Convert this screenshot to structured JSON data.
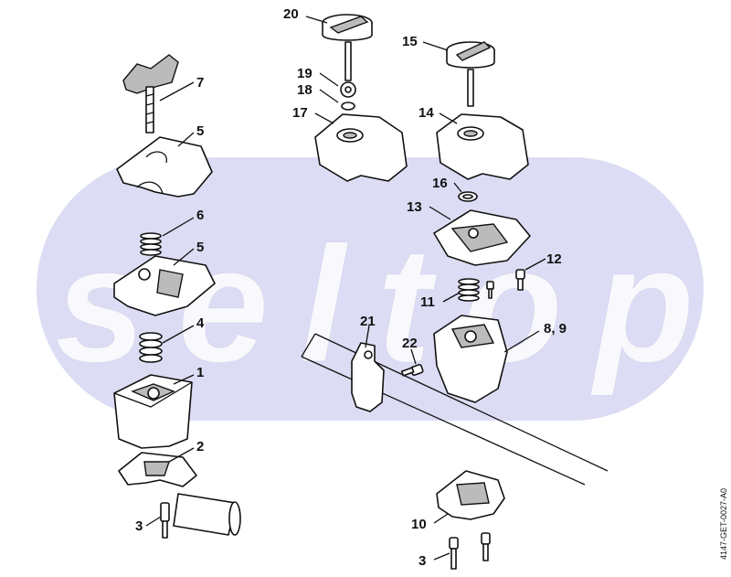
{
  "watermark": "seltop",
  "drawing_code": "4147-GET-0027-A0",
  "callouts": {
    "c1": "1",
    "c2": "2",
    "c3a": "3",
    "c3b": "3",
    "c4": "4",
    "c5a": "5",
    "c5b": "5",
    "c6": "6",
    "c7": "7",
    "c89": "8, 9",
    "c10": "10",
    "c11": "11",
    "c12": "12",
    "c13": "13",
    "c14": "14",
    "c15": "15",
    "c16": "16",
    "c17": "17",
    "c18": "18",
    "c19": "19",
    "c20": "20",
    "c21": "21",
    "c22": "22"
  },
  "colors": {
    "band": "#dcdcf4",
    "ink": "#111111"
  }
}
